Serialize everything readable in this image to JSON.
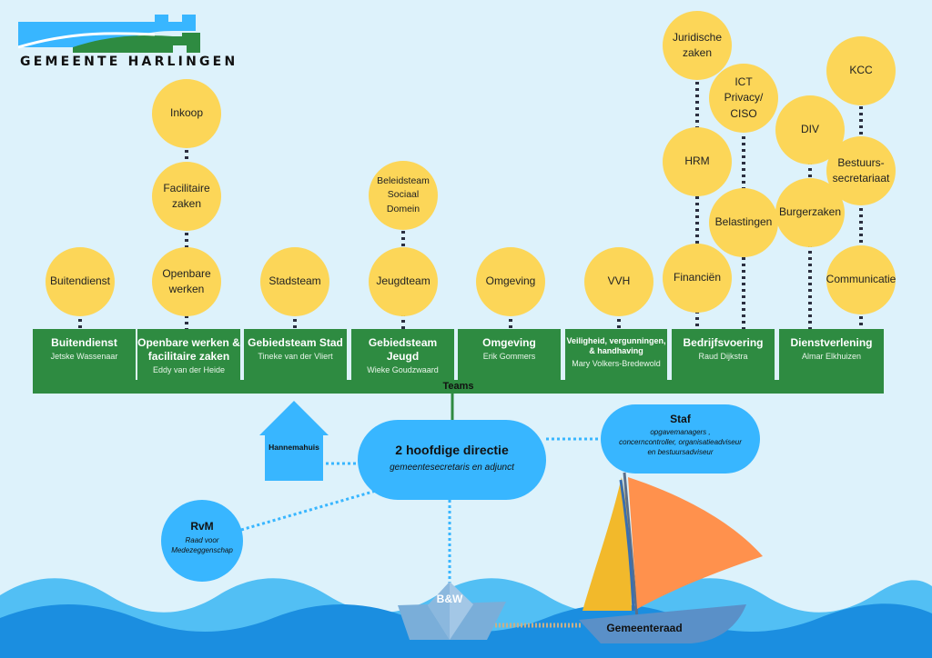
{
  "logo": {
    "text": "GEMEENTE HARLINGEN",
    "colors": [
      "#38b6ff",
      "#2e8b41"
    ]
  },
  "departments": [
    {
      "name": "Buitendienst",
      "person": "Jetske Wassenaar"
    },
    {
      "name": "Openbare werken &\nfacilitaire zaken",
      "person": "Eddy van der Heide"
    },
    {
      "name": "Gebiedsteam Stad",
      "person": "Tineke van der Vliert"
    },
    {
      "name": "Gebiedsteam Jeugd",
      "person": "Wieke Goudzwaard"
    },
    {
      "name": "Omgeving",
      "person": "Erik Gommers"
    },
    {
      "name": "Veiligheid, vergunningen,\n& handhaving",
      "person": "Mary Volkers-Bredewold"
    },
    {
      "name": "Bedrijfsvoering",
      "person": "Raud Dijkstra"
    },
    {
      "name": "Dienstverlening",
      "person": "Almar Elkhuizen"
    }
  ],
  "teams_label": "Teams",
  "team_circles": [
    {
      "label": "Buitendienst"
    },
    {
      "label": "Openbare\nwerken"
    },
    {
      "label": "Facilitaire\nzaken"
    },
    {
      "label": "Inkoop"
    },
    {
      "label": "Stadsteam"
    },
    {
      "label": "Jeugdteam"
    },
    {
      "label": "Beleidsteam\nSociaal Domein"
    },
    {
      "label": "Omgeving"
    },
    {
      "label": "VVH"
    },
    {
      "label": "Financiën"
    },
    {
      "label": "HRM"
    },
    {
      "label": "Juridische\nzaken"
    },
    {
      "label": "Belastingen"
    },
    {
      "label": "ICT\nPrivacy/ CISO"
    },
    {
      "label": "Burgerzaken"
    },
    {
      "label": "DIV"
    },
    {
      "label": "Communicatie"
    },
    {
      "label": "Bestuurs-\nsecretariaat"
    },
    {
      "label": "KCC"
    }
  ],
  "directie": {
    "title": "2 hoofdige directie",
    "subtitle": "gemeentesecretaris en adjunct"
  },
  "staf": {
    "title": "Staf",
    "subtitle": "opgavemanagers ,\nconcerncontroller, organisatieadviseur\nen bestuursadviseur"
  },
  "rvm": {
    "title": "RvM",
    "subtitle": "Raad voor\nMedezeggenschap"
  },
  "hannemahuis": "Hannemahuis",
  "bw": "B&W",
  "gemeenteraad": "Gemeenteraad",
  "colors": {
    "background": "#ddf2fb",
    "circle": "#fcd658",
    "department": "#2e8b41",
    "blue": "#38b6ff",
    "sea": "#38b6ff",
    "sail_orange": "#ff914d",
    "sail_yellow": "#f2b92b"
  }
}
